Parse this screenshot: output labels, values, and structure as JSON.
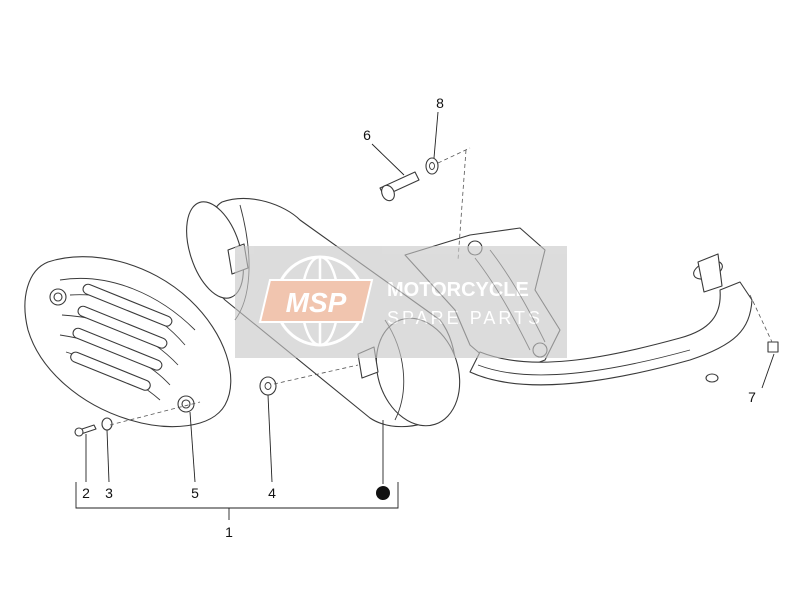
{
  "callouts": {
    "c1": "1",
    "c2": "2",
    "c3": "3",
    "c4": "4",
    "c5": "5",
    "c6": "6",
    "c7": "7",
    "c8": "8"
  },
  "watermark": {
    "logo": "MSP",
    "line1": "MOTORCYCLE",
    "line2": "SPARE PARTS"
  },
  "colors": {
    "line": "#3a3a3a",
    "watermark_band": "#c8c8c8",
    "watermark_logo": "#e9a27f"
  }
}
